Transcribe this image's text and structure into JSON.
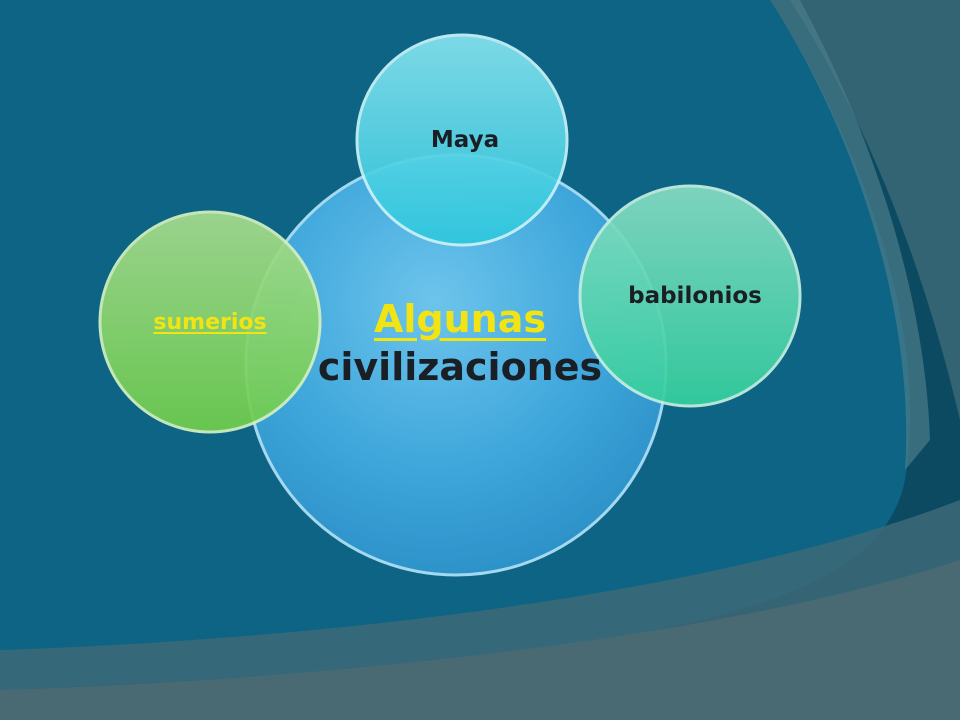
{
  "diagram": {
    "center": {
      "link_text": "Algunas",
      "rest_text": "civilizaciones"
    },
    "bubbles": [
      {
        "label": "Maya"
      },
      {
        "label": "babilonios"
      },
      {
        "label": "sumerios",
        "is_link": true
      }
    ]
  },
  "colors": {
    "background": "#0d5e7e",
    "link_yellow": "#f2e413",
    "center_circle": "#3aa6dc",
    "maya_circle": "#3dd3e6",
    "babilonios_circle": "#3fd0a6",
    "sumerios_circle": "#7ed05e",
    "label_dark": "#1a1f26"
  }
}
